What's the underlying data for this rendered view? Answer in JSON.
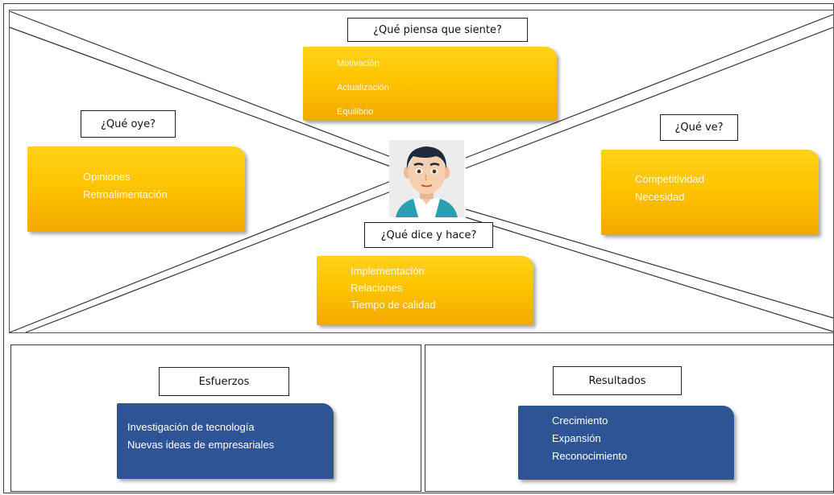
{
  "quadrants": {
    "piensa": {
      "title": "¿Qué piensa que siente?",
      "items": [
        "Motivación",
        "Actualización",
        "Equilibrio"
      ]
    },
    "oye": {
      "title": "¿Qué oye?",
      "items": [
        "Opiniones",
        "Retroalimentación"
      ]
    },
    "ve": {
      "title": "¿Qué ve?",
      "items": [
        "Competitividad",
        "Necesidad"
      ]
    },
    "dice": {
      "title": "¿Qué dice y hace?",
      "items": [
        "Implementación",
        "Relaciones",
        "Tiempo de calidad"
      ]
    }
  },
  "esfuerzos": {
    "title": "Esfuerzos",
    "items": [
      "Investigación de tecnología",
      "Nuevas ideas de empresariales"
    ]
  },
  "resultados": {
    "title": "Resultados",
    "items": [
      "Crecimiento",
      "Expansión",
      "Reconocimiento"
    ]
  },
  "colors": {
    "card_yellow": "#ffc400",
    "card_blue": "#2f5496",
    "border": "#333333"
  },
  "icons": {
    "avatar": "person-avatar-icon"
  }
}
